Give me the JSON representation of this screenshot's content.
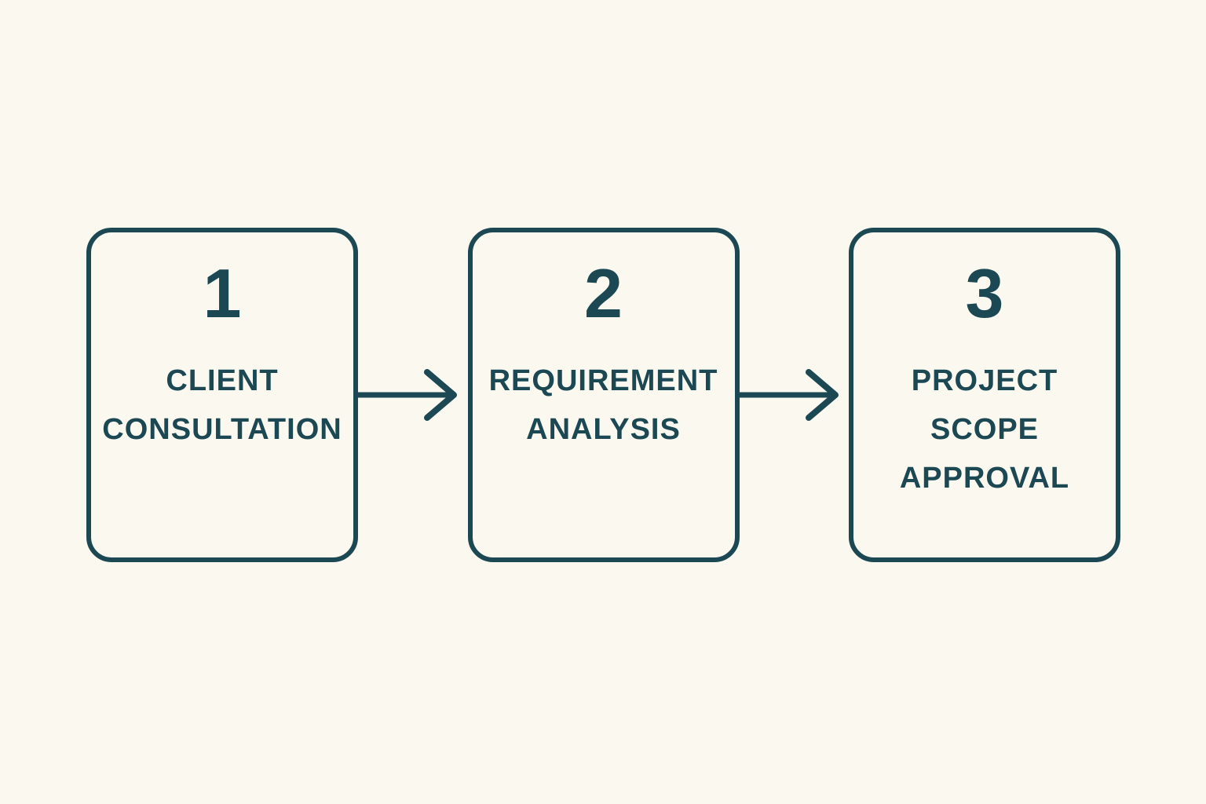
{
  "colors": {
    "background": "#FAF8EF",
    "ink": "#1C4853"
  },
  "flow": {
    "steps": [
      {
        "number": "1",
        "label": "CLIENT\nCONSULTATION"
      },
      {
        "number": "2",
        "label": "REQUIREMENT\nANALYSIS"
      },
      {
        "number": "3",
        "label": "PROJECT\nSCOPE\nAPPROVAL"
      }
    ],
    "connector": "arrow-right"
  }
}
